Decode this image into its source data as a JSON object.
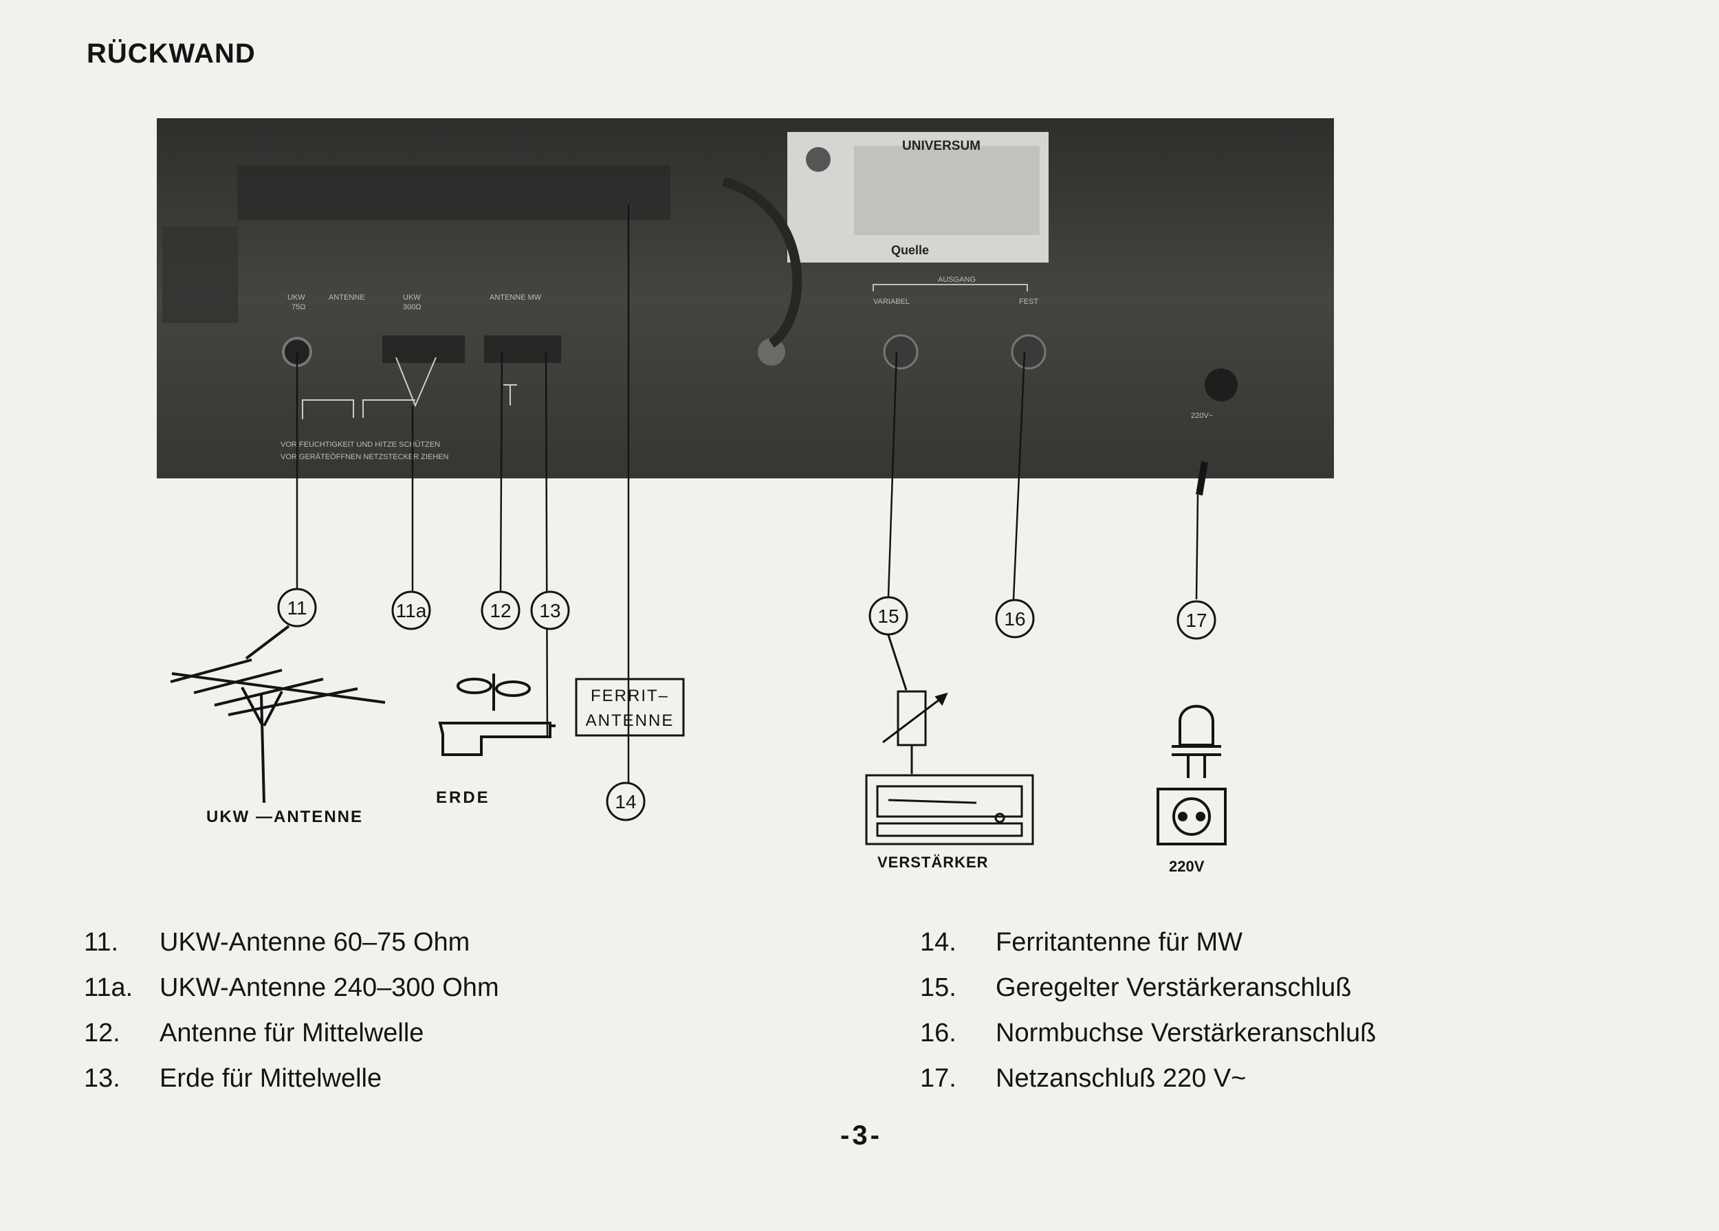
{
  "page_title": "RÜCKWAND",
  "panel": {
    "label_brand": "UNIVERSUM",
    "label_maker": "Quelle",
    "ukw_75": "UKW",
    "ukw_75_sub": "75Ω",
    "antenne": "ANTENNE",
    "ukw_300": "UKW",
    "ukw_300_sub": "300Ω",
    "antenne_mw": "ANTENNE MW",
    "ausgang": "AUSGANG",
    "variabel": "VARIABEL",
    "fest": "FEST",
    "warning_1": "VOR FEUCHTIGKEIT UND HITZE SCHÜTZEN",
    "warning_2": "VOR GERÄTEÖFFNEN NETZSTECKER ZIEHEN",
    "mains_label": "220V~"
  },
  "callouts": {
    "c11": "11",
    "c11a": "11a",
    "c12": "12",
    "c13": "13",
    "c14": "14",
    "c15": "15",
    "c16": "16",
    "c17": "17"
  },
  "captions": {
    "ukw_antenne": "UKW —ANTENNE",
    "erde": "ERDE",
    "ferrit_1": "FERRIT–",
    "ferrit_2": "ANTENNE",
    "verstaerker": "VERSTÄRKER",
    "volt": "220V"
  },
  "legend_left": [
    {
      "num": "11.",
      "text": "UKW-Antenne 60–75 Ohm"
    },
    {
      "num": "11a.",
      "text": "UKW-Antenne 240–300 Ohm"
    },
    {
      "num": "12.",
      "text": "Antenne für Mittelwelle"
    },
    {
      "num": "13.",
      "text": "Erde für Mittelwelle"
    }
  ],
  "legend_right": [
    {
      "num": "14.",
      "text": "Ferritantenne für MW"
    },
    {
      "num": "15.",
      "text": "Geregelter Verstärkeranschluß"
    },
    {
      "num": "16.",
      "text": "Normbuchse Verstärkeranschluß"
    },
    {
      "num": "17.",
      "text": "Netzanschluß 220 V~"
    }
  ],
  "page_number": "-3-",
  "colors": {
    "panel": "#3b3b39",
    "paper": "#f2f1ee",
    "ink": "#141414"
  }
}
